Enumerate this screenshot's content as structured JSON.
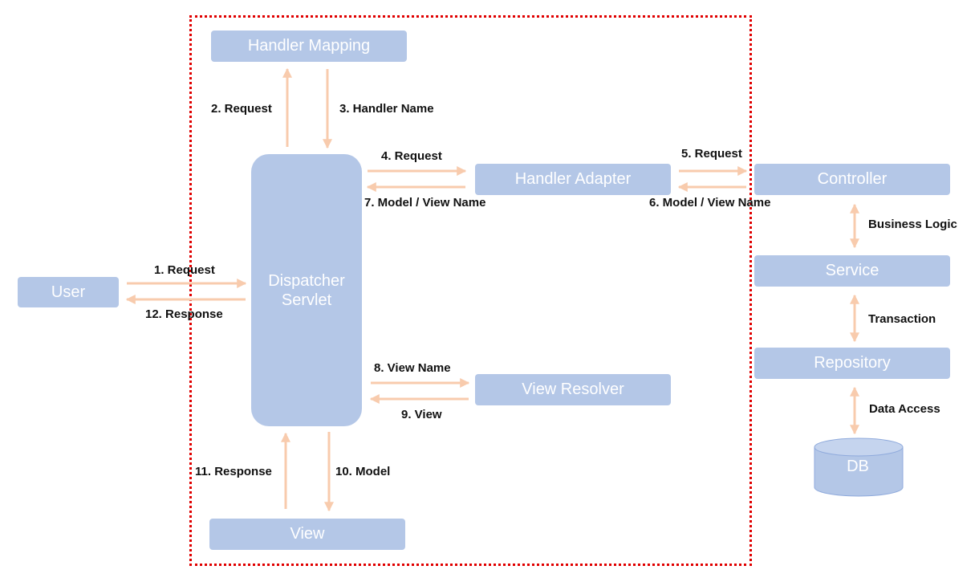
{
  "colors": {
    "box": "#b4c7e7",
    "arrow": "#f8cbad",
    "boundary": "#e00000",
    "label": "#111111"
  },
  "nodes": {
    "user": "User",
    "handler_mapping": "Handler Mapping",
    "dispatcher_line1": "Dispatcher",
    "dispatcher_line2": "Servlet",
    "handler_adapter": "Handler Adapter",
    "controller": "Controller",
    "service": "Service",
    "repository": "Repository",
    "db": "DB",
    "view_resolver": "View Resolver",
    "view": "View"
  },
  "edges": {
    "e1": "1. Request",
    "e2": "2. Request",
    "e3": "3. Handler Name",
    "e4": "4. Request",
    "e5": "5. Request",
    "e6": "6. Model / View Name",
    "e7": "7. Model / View Name",
    "e8": "8. View Name",
    "e9": "9. View",
    "e10": "10. Model",
    "e11": "11. Response",
    "e12": "12. Response",
    "business_logic": "Business Logic",
    "transaction": "Transaction",
    "data_access": "Data Access"
  }
}
